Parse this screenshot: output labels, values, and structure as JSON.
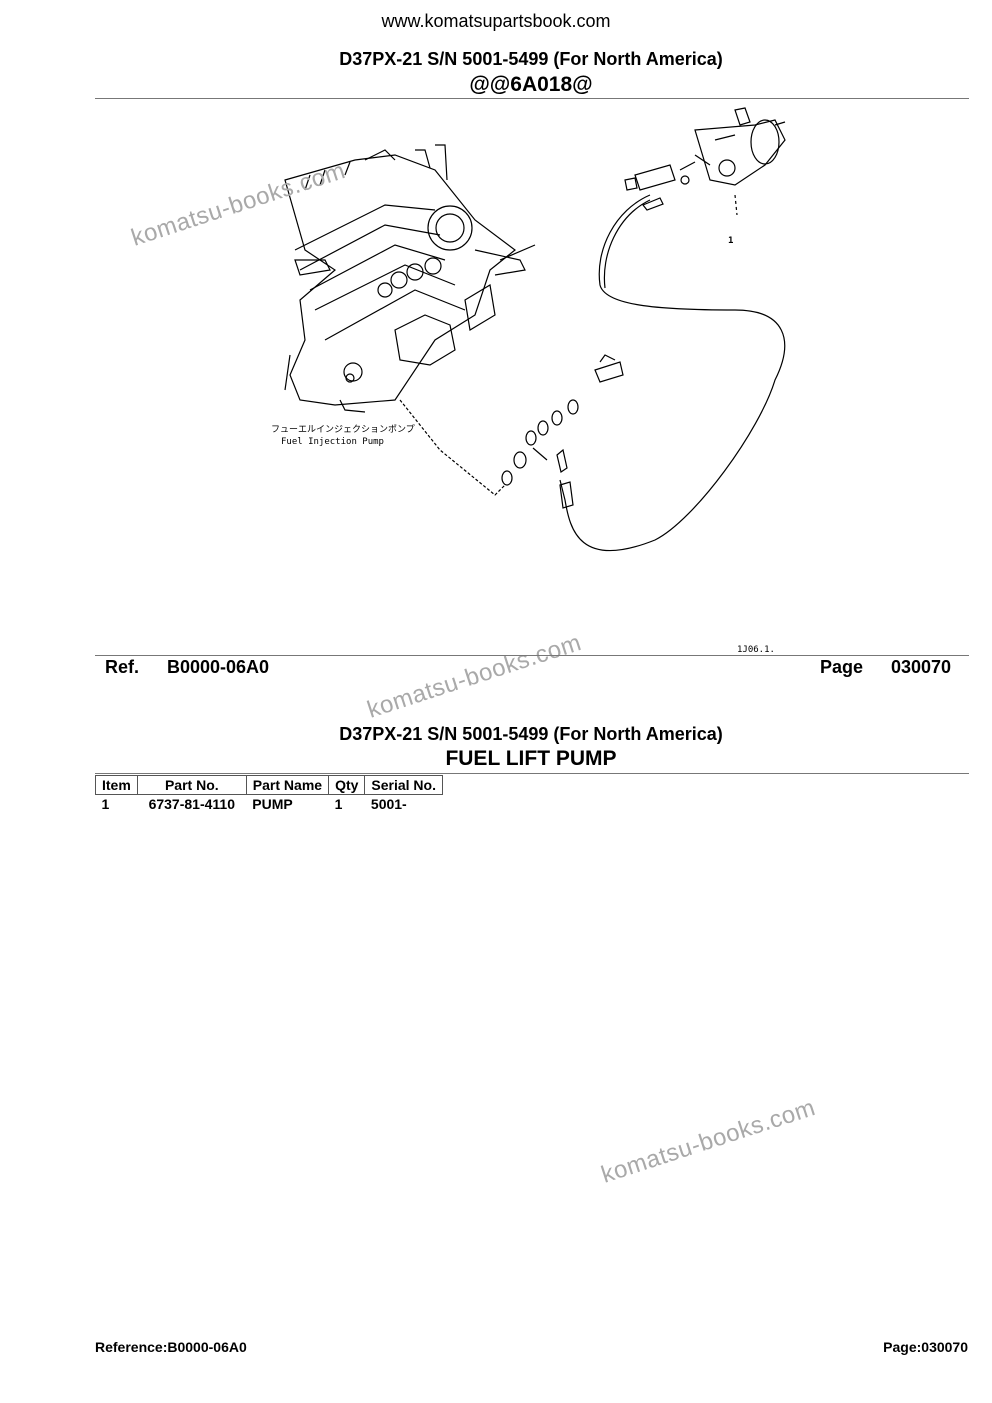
{
  "header": {
    "site_url": "www.komatsupartsbook.com",
    "model_title": "D37PX-21 S/N 5001-5499 (For North America)",
    "illustration_code": "@@6A018@"
  },
  "watermarks": [
    "komatsu-books.com",
    "komatsu-books.com",
    "komatsu-books.com"
  ],
  "diagram": {
    "callout_1": "1",
    "label_jp": "フューエルインジェクションポンプ",
    "label_en": "Fuel Injection Pump",
    "stamp": "1J06.1."
  },
  "reference_bar": {
    "ref_label": "Ref.",
    "ref_value": "B0000-06A0",
    "page_label": "Page",
    "page_value": "030070"
  },
  "section": {
    "model_title": "D37PX-21 S/N 5001-5499 (For North America)",
    "group_title": "FUEL LIFT PUMP"
  },
  "parts_table": {
    "headers": [
      "Item",
      "Part No.",
      "Part Name",
      "Qty",
      "Serial No."
    ],
    "rows": [
      [
        "1",
        "6737-81-4110",
        "PUMP",
        "1",
        "5001-"
      ]
    ]
  },
  "footer": {
    "reference": "Reference:B0000-06A0",
    "page": "Page:030070"
  }
}
